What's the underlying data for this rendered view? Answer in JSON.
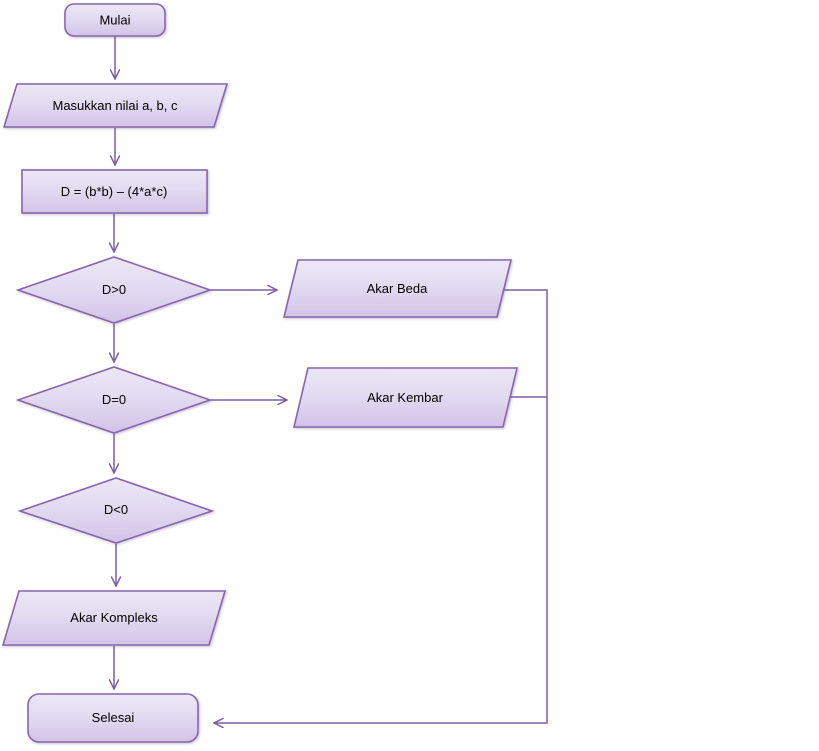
{
  "diagram": {
    "type": "flowchart",
    "language": "Indonesian",
    "topic": "Quadratic equation discriminant / root type decision flow"
  },
  "palette": {
    "shape_border": "#8667ad",
    "shape_fill_top": "#ece7f6",
    "shape_fill_bottom": "#d2c3e7",
    "connector": "#7c5ea3",
    "text": "#000000",
    "background": "#ffffff"
  },
  "nodes": {
    "start": {
      "label": "Mulai",
      "shape": "rounded-rectangle"
    },
    "input": {
      "label": "Masukkan nilai a, b, c",
      "shape": "parallelogram"
    },
    "process": {
      "label": "D = (b*b) – (4*a*c)",
      "shape": "rectangle"
    },
    "decision_d_gt_0": {
      "label": "D>0",
      "shape": "diamond"
    },
    "output_akar_beda": {
      "label": "Akar Beda",
      "shape": "parallelogram"
    },
    "decision_d_eq_0": {
      "label": "D=0",
      "shape": "diamond"
    },
    "output_akar_kembar": {
      "label": "Akar Kembar",
      "shape": "parallelogram"
    },
    "decision_d_lt_0": {
      "label": "D<0",
      "shape": "diamond"
    },
    "output_akar_kompleks": {
      "label": "Akar Kompleks",
      "shape": "parallelogram"
    },
    "end": {
      "label": "Selesai",
      "shape": "rounded-rectangle"
    }
  },
  "edges": [
    {
      "from": "start",
      "to": "input"
    },
    {
      "from": "input",
      "to": "process"
    },
    {
      "from": "process",
      "to": "decision_d_gt_0"
    },
    {
      "from": "decision_d_gt_0",
      "to": "output_akar_beda"
    },
    {
      "from": "decision_d_gt_0",
      "to": "decision_d_eq_0"
    },
    {
      "from": "decision_d_eq_0",
      "to": "output_akar_kembar"
    },
    {
      "from": "decision_d_eq_0",
      "to": "decision_d_lt_0"
    },
    {
      "from": "decision_d_lt_0",
      "to": "output_akar_kompleks"
    },
    {
      "from": "output_akar_kompleks",
      "to": "end"
    },
    {
      "from": "output_akar_beda",
      "to": "end"
    },
    {
      "from": "output_akar_kembar",
      "to": "end"
    }
  ]
}
